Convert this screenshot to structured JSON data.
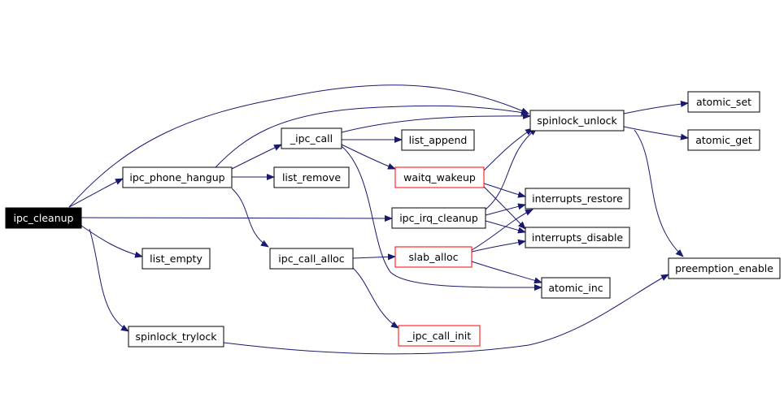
{
  "colors": {
    "edge": "#191970",
    "node_border": "#000000",
    "node_border_external": "#ff0000",
    "root_fill": "#000000",
    "root_text": "#ffffff",
    "node_fill": "#ffffff",
    "node_text": "#000000"
  },
  "nodes": [
    {
      "id": "ipc_cleanup",
      "label": "ipc_cleanup",
      "style": "root"
    },
    {
      "id": "ipc_phone_hangup",
      "label": "ipc_phone_hangup",
      "style": "normal"
    },
    {
      "id": "list_empty",
      "label": "list_empty",
      "style": "normal"
    },
    {
      "id": "spinlock_trylock",
      "label": "spinlock_trylock",
      "style": "normal"
    },
    {
      "id": "_ipc_call",
      "label": "_ipc_call",
      "style": "normal"
    },
    {
      "id": "list_remove",
      "label": "list_remove",
      "style": "normal"
    },
    {
      "id": "ipc_call_alloc",
      "label": "ipc_call_alloc",
      "style": "normal"
    },
    {
      "id": "list_append",
      "label": "list_append",
      "style": "normal"
    },
    {
      "id": "waitq_wakeup",
      "label": "waitq_wakeup",
      "style": "external"
    },
    {
      "id": "ipc_irq_cleanup",
      "label": "ipc_irq_cleanup",
      "style": "normal"
    },
    {
      "id": "slab_alloc",
      "label": "slab_alloc",
      "style": "external"
    },
    {
      "id": "_ipc_call_init",
      "label": "_ipc_call_init",
      "style": "external"
    },
    {
      "id": "spinlock_unlock",
      "label": "spinlock_unlock",
      "style": "normal"
    },
    {
      "id": "interrupts_restore",
      "label": "interrupts_restore",
      "style": "normal"
    },
    {
      "id": "interrupts_disable",
      "label": "interrupts_disable",
      "style": "normal"
    },
    {
      "id": "atomic_inc",
      "label": "atomic_inc",
      "style": "normal"
    },
    {
      "id": "atomic_set",
      "label": "atomic_set",
      "style": "normal"
    },
    {
      "id": "atomic_get",
      "label": "atomic_get",
      "style": "normal"
    },
    {
      "id": "preemption_enable",
      "label": "preemption_enable",
      "style": "normal"
    }
  ],
  "edges": [
    {
      "from": "ipc_cleanup",
      "to": "ipc_phone_hangup"
    },
    {
      "from": "ipc_cleanup",
      "to": "spinlock_unlock"
    },
    {
      "from": "ipc_cleanup",
      "to": "ipc_irq_cleanup"
    },
    {
      "from": "ipc_cleanup",
      "to": "list_empty"
    },
    {
      "from": "ipc_cleanup",
      "to": "spinlock_trylock"
    },
    {
      "from": "ipc_phone_hangup",
      "to": "_ipc_call"
    },
    {
      "from": "ipc_phone_hangup",
      "to": "list_remove"
    },
    {
      "from": "ipc_phone_hangup",
      "to": "ipc_call_alloc"
    },
    {
      "from": "ipc_phone_hangup",
      "to": "spinlock_unlock"
    },
    {
      "from": "_ipc_call",
      "to": "list_append"
    },
    {
      "from": "_ipc_call",
      "to": "waitq_wakeup"
    },
    {
      "from": "_ipc_call",
      "to": "spinlock_unlock"
    },
    {
      "from": "_ipc_call",
      "to": "atomic_inc"
    },
    {
      "from": "ipc_call_alloc",
      "to": "slab_alloc"
    },
    {
      "from": "ipc_call_alloc",
      "to": "_ipc_call_init"
    },
    {
      "from": "waitq_wakeup",
      "to": "spinlock_unlock"
    },
    {
      "from": "waitq_wakeup",
      "to": "interrupts_restore"
    },
    {
      "from": "waitq_wakeup",
      "to": "interrupts_disable"
    },
    {
      "from": "ipc_irq_cleanup",
      "to": "spinlock_unlock"
    },
    {
      "from": "ipc_irq_cleanup",
      "to": "interrupts_restore"
    },
    {
      "from": "ipc_irq_cleanup",
      "to": "interrupts_disable"
    },
    {
      "from": "slab_alloc",
      "to": "interrupts_restore"
    },
    {
      "from": "slab_alloc",
      "to": "interrupts_disable"
    },
    {
      "from": "slab_alloc",
      "to": "atomic_inc"
    },
    {
      "from": "spinlock_unlock",
      "to": "atomic_set"
    },
    {
      "from": "spinlock_unlock",
      "to": "atomic_get"
    },
    {
      "from": "spinlock_unlock",
      "to": "preemption_enable"
    },
    {
      "from": "spinlock_trylock",
      "to": "preemption_enable"
    }
  ]
}
